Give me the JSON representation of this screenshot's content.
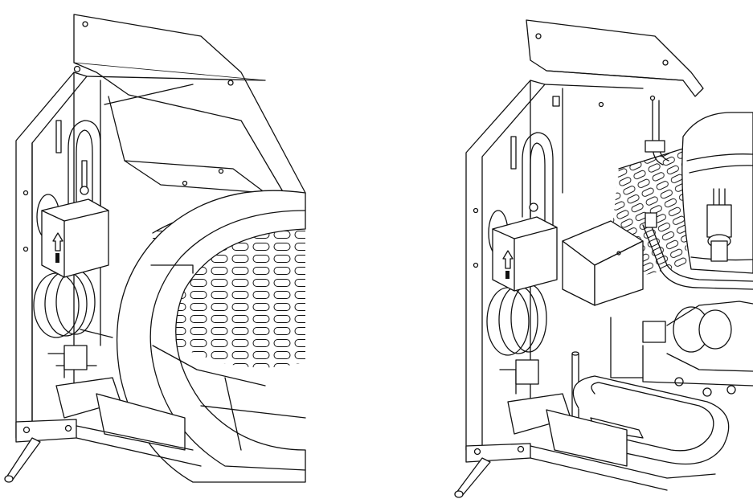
{
  "figure": {
    "panels": [
      {
        "id": "left",
        "view": "unit-with-fan-shroud-cover-installed"
      },
      {
        "id": "right",
        "view": "unit-with-fan-shroud-cover-removed"
      }
    ],
    "colors": {
      "line": "#111111",
      "background": "#ffffff",
      "fill": "#ffffff"
    },
    "icons": [
      "up-arrow-icon"
    ]
  }
}
